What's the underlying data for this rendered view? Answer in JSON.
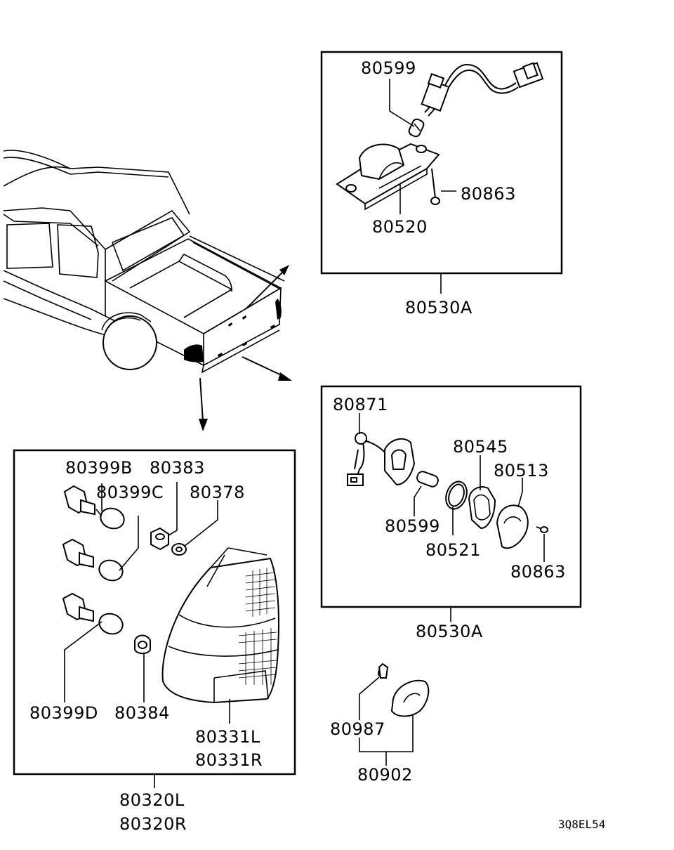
{
  "labels": {
    "lic_bulb": "80599",
    "lic_screw": "80863",
    "lic_lamp": "80520",
    "lic_assy": "80530A",
    "alt_harness": "80871",
    "alt_gasket_outer": "80545",
    "alt_lens": "80513",
    "alt_bulb": "80599",
    "alt_gasket": "80521",
    "alt_screw": "80863",
    "alt_assy": "80530A",
    "bulb_b": "80399B",
    "nut": "80383",
    "bulb_c": "80399C",
    "washer": "80378",
    "bulb_d": "80399D",
    "grommet": "80384",
    "lens_l": "80331L",
    "lens_r": "80331R",
    "combo_l": "80320L",
    "combo_r": "80320R",
    "reflex_clip": "80987",
    "reflex_assy": "80902",
    "diagram_code": "3Q8EL54"
  }
}
